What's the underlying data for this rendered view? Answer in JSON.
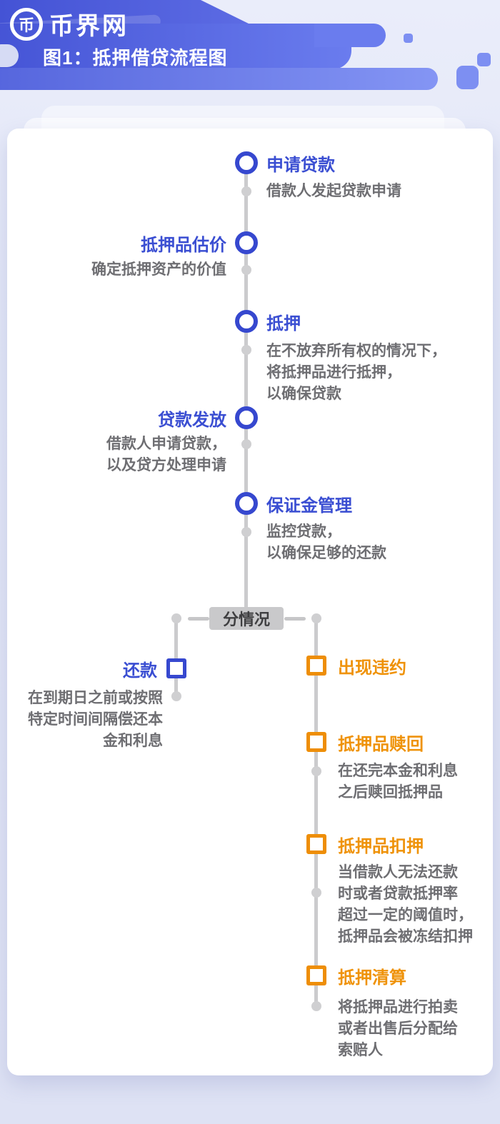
{
  "header": {
    "logo_text": "币界网",
    "logo_coin_glyph": "币",
    "figure_title": "图1：抵押借贷流程图"
  },
  "flow": {
    "main_nodes": [
      {
        "label": "申请贷款",
        "desc": "借款人发起贷款申请",
        "side": "right"
      },
      {
        "label": "抵押品估价",
        "desc": "确定抵押资产的价值",
        "side": "left"
      },
      {
        "label": "抵押",
        "desc": "在不放弃所有权的情况下，\n将抵押品进行抵押，\n以确保贷款",
        "side": "right"
      },
      {
        "label": "贷款发放",
        "desc": "借款人申请贷款，\n以及贷方处理申请",
        "side": "left"
      },
      {
        "label": "保证金管理",
        "desc": "监控贷款，\n以确保足够的还款",
        "side": "right"
      }
    ],
    "branch_label": "分情况",
    "left_branch": [
      {
        "label": "还款",
        "desc": "在到期日之前或按照\n特定时间间隔偿还本\n金和利息"
      }
    ],
    "right_branch": [
      {
        "label": "出现违约",
        "desc": ""
      },
      {
        "label": "抵押品赎回",
        "desc": "在还完本金和利息\n之后赎回抵押品"
      },
      {
        "label": "抵押品扣押",
        "desc": "当借款人无法还款\n时或者贷款抵押率\n超过一定的阈值时，\n抵押品会被冻结扣押"
      },
      {
        "label": "抵押清算",
        "desc": "将抵押品进行拍卖\n或者出售后分配给\n索赔人"
      }
    ],
    "colors": {
      "primary_blue": "#3a4ed2",
      "accent_orange": "#ef9208",
      "line_gray": "#cbcbcd",
      "header_blue_start": "#4453d5",
      "header_blue_end": "#8495f4"
    }
  }
}
